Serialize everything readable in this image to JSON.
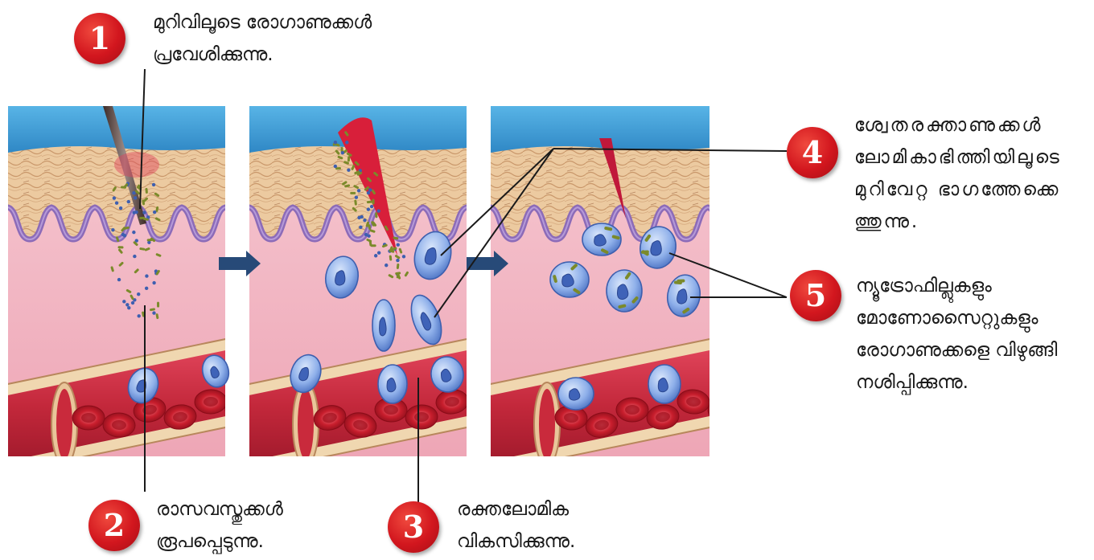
{
  "steps": [
    {
      "number": "1",
      "lines": [
        "മുറിവിലൂടെ   രോഗാണുക്കൾ",
        "പ്രവേശിക്കുന്നു."
      ]
    },
    {
      "number": "2",
      "lines": [
        "രാസവസ്തുക്കൾ",
        "രൂപപ്പെടുന്നു."
      ]
    },
    {
      "number": "3",
      "lines": [
        "രക്തലോമിക",
        "വികസിക്കുന്നു."
      ]
    },
    {
      "number": "4",
      "lines": [
        "ശ്വേതരക്താണുക്കൾ",
        "ലോമികാഭിത്തിയിലൂടെ",
        "മുറിവേറ്റ  ഭാഗത്തേക്കെ",
        "ത്തുന്നു."
      ]
    },
    {
      "number": "5",
      "lines": [
        "ന്യൂട്രോഫില്ലുകളും",
        "മോണോസൈറ്റുകളും",
        "രോഗാണുക്കളെ  വിഴുങ്ങി",
        "നശിപ്പിക്കുന്നു."
      ]
    }
  ],
  "colors": {
    "badge": "#d2161e",
    "sky": "#3a9ad2",
    "epidermis": "#e9c49a",
    "basement": "#8c6bb8",
    "dermis": "#f2b7c4",
    "vessel": "#c92a3c",
    "rbc": "#c81e2d",
    "wbc": "#6a8fd6",
    "arrow": "#274a78"
  }
}
